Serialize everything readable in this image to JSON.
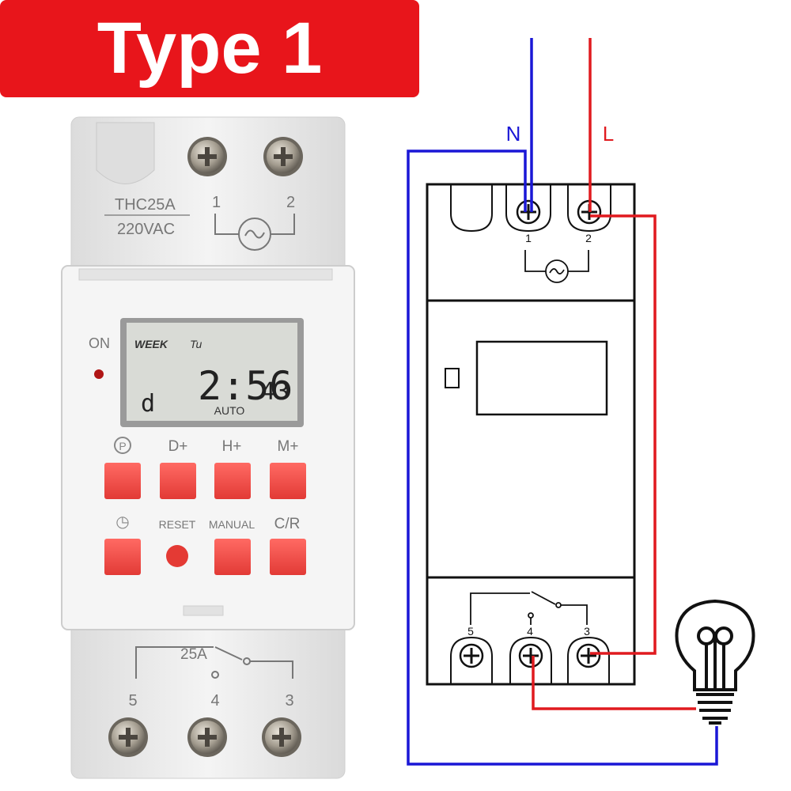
{
  "banner": {
    "title": "Type 1"
  },
  "device": {
    "model": "THC25A",
    "voltage": "220VAC",
    "top_terminal_1": "1",
    "top_terminal_2": "2",
    "on_label": "ON",
    "lcd": {
      "week": "WEEK",
      "day": "Tu",
      "time_main": "2:56",
      "time_seconds": "43",
      "left_digit": "d",
      "mode": "AUTO"
    },
    "button_labels": {
      "program": "P",
      "day_plus": "D+",
      "hour_plus": "H+",
      "minute_plus": "M+",
      "clock": "◷",
      "reset": "RESET",
      "manual": "MANUAL",
      "cancel_recall": "C/R"
    },
    "relay_rating": "25A",
    "bottom_terminal_5": "5",
    "bottom_terminal_4": "4",
    "bottom_terminal_3": "3"
  },
  "diagram": {
    "neutral_label": "N",
    "live_label": "L",
    "terminal_1": "1",
    "terminal_2": "2",
    "terminal_3": "3",
    "terminal_4": "4",
    "terminal_5": "5"
  },
  "colors": {
    "banner_red": "#e8151b",
    "wire_blue": "#1a17d6",
    "wire_red": "#e01a1f",
    "button_red": "#ee4a4a",
    "lcd_bg": "#d9dbd6",
    "device_body": "#ececec"
  },
  "icons": [
    "ac-supply-symbol",
    "relay-switch-symbol",
    "lightbulb-icon",
    "screw-terminal-icon"
  ]
}
